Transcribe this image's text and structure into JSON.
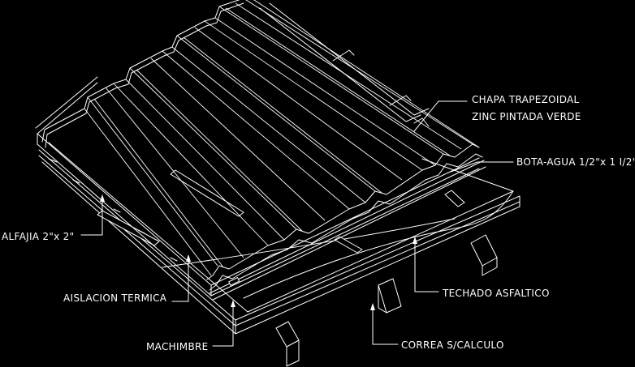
{
  "labels": {
    "sheet_line1": "CHAPA TRAPEZOIDAL",
    "sheet_line2": "ZINC PINTADA VERDE",
    "flashing": "BOTA-AGUA 1/2\"x 1 I/2\"",
    "batten": "ALFAJIA 2\"x 2\"",
    "asphalt": "TECHADO ASFALTICO",
    "insulation": "AISLACION TERMICA",
    "tongue_groove": "MACHIMBRE",
    "purlin": "CORREA S/CALCULO"
  },
  "colors": {
    "background": "#000000",
    "lines": "#ffffff"
  }
}
